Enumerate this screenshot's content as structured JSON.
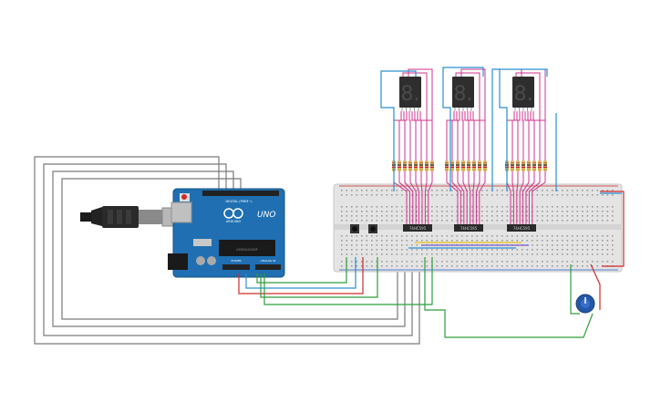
{
  "board": {
    "name": "UNO",
    "brand": "ARDUINO",
    "digital_label": "DIGITAL (PWM~)",
    "analog_label": "ANALOG IN",
    "power_label": "POWER",
    "chip_label": "ATMEGA328P"
  },
  "ic_labels": [
    "74HC595",
    "74HC595",
    "74HC595"
  ],
  "displays": [
    "8.",
    "8.",
    "8."
  ],
  "colors": {
    "board_blue": "#1f6fb2",
    "breadboard": "#e4e4e4",
    "wire_magenta": "#d0338c",
    "wire_blue": "#2a8fd0",
    "wire_green": "#2e9e3a",
    "wire_red": "#d02a2a",
    "wire_gray": "#707070",
    "wire_yellow": "#e6c21a",
    "pot_blue": "#2557a8"
  },
  "icons": [
    "usb-cable-icon",
    "reset-button-icon",
    "push-button-icon",
    "potentiometer-icon",
    "seven-segment-display-icon"
  ]
}
